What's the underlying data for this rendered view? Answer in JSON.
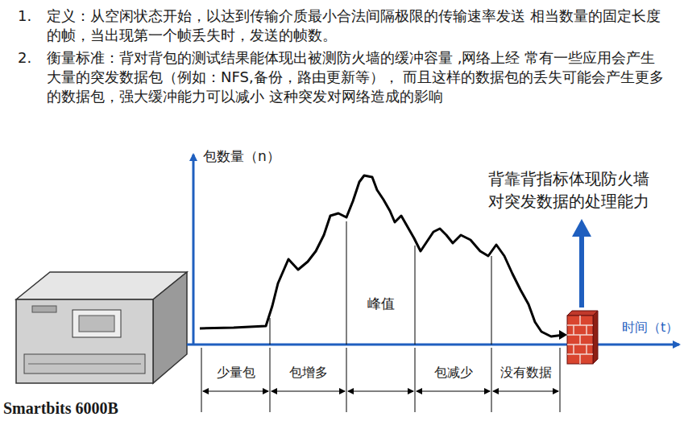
{
  "diagram": {
    "labels": [
      "1.",
      "定义：从空闲状态开始，以达到传输介质最小合法间隔极限的传输速率发送 相当数量的固定长度的帧，当出现第一个帧丢失时，发送的帧数。",
      "2.",
      "衡量标准：背对背包的测试结果能体现出被测防火墙的缓冲容量 ,网络上经 常有一些应用会产生大量的突发数据包（例如：NFS,备份，路由更新等）， 而且这样的数据包的丢失可能会产生更多的数据包，强大缓冲能力可以减小 这种突发对网络造成的影响",
      "包数量（n）",
      "背靠背指标体现防火墙对突发数据的处理能力",
      "峰值",
      "时间（t）",
      "少量包",
      "包增多",
      "包减少",
      "没有数据",
      "Smartbits 6000B"
    ]
  }
}
